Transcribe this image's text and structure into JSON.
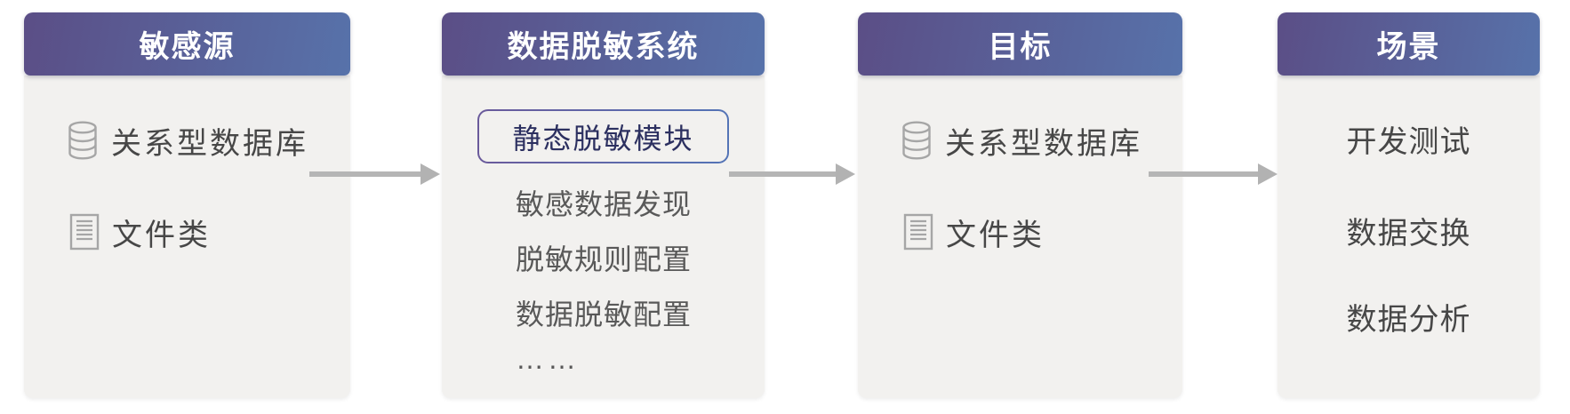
{
  "columns": [
    {
      "title": "敏感源",
      "items": [
        {
          "icon": "database",
          "label": "关系型数据库"
        },
        {
          "icon": "document",
          "label": "文件类"
        }
      ]
    },
    {
      "title": "数据脱敏系统",
      "module_box": {
        "label": "静态脱敏模块"
      },
      "items": [
        {
          "label": "敏感数据发现"
        },
        {
          "label": "脱敏规则配置"
        },
        {
          "label": "数据脱敏配置"
        },
        {
          "label": "……"
        }
      ]
    },
    {
      "title": "目标",
      "items": [
        {
          "icon": "database",
          "label": "关系型数据库"
        },
        {
          "icon": "document",
          "label": "文件类"
        }
      ]
    },
    {
      "title": "场景",
      "items": [
        {
          "label": "开发测试"
        },
        {
          "label": "数据交换"
        },
        {
          "label": "数据分析"
        }
      ]
    }
  ],
  "colors": {
    "header_gradient_start": "#5b4e86",
    "header_gradient_end": "#5772aa",
    "card_body_bg": "#f2f1ef",
    "item_text": "#474747",
    "system_item_text": "#595959",
    "module_text": "#2c3060",
    "module_border_start": "#6a5a9b",
    "module_border_end": "#5474b6",
    "arrow": "#b5b5b5",
    "icon_stroke": "#a6a6a6"
  }
}
